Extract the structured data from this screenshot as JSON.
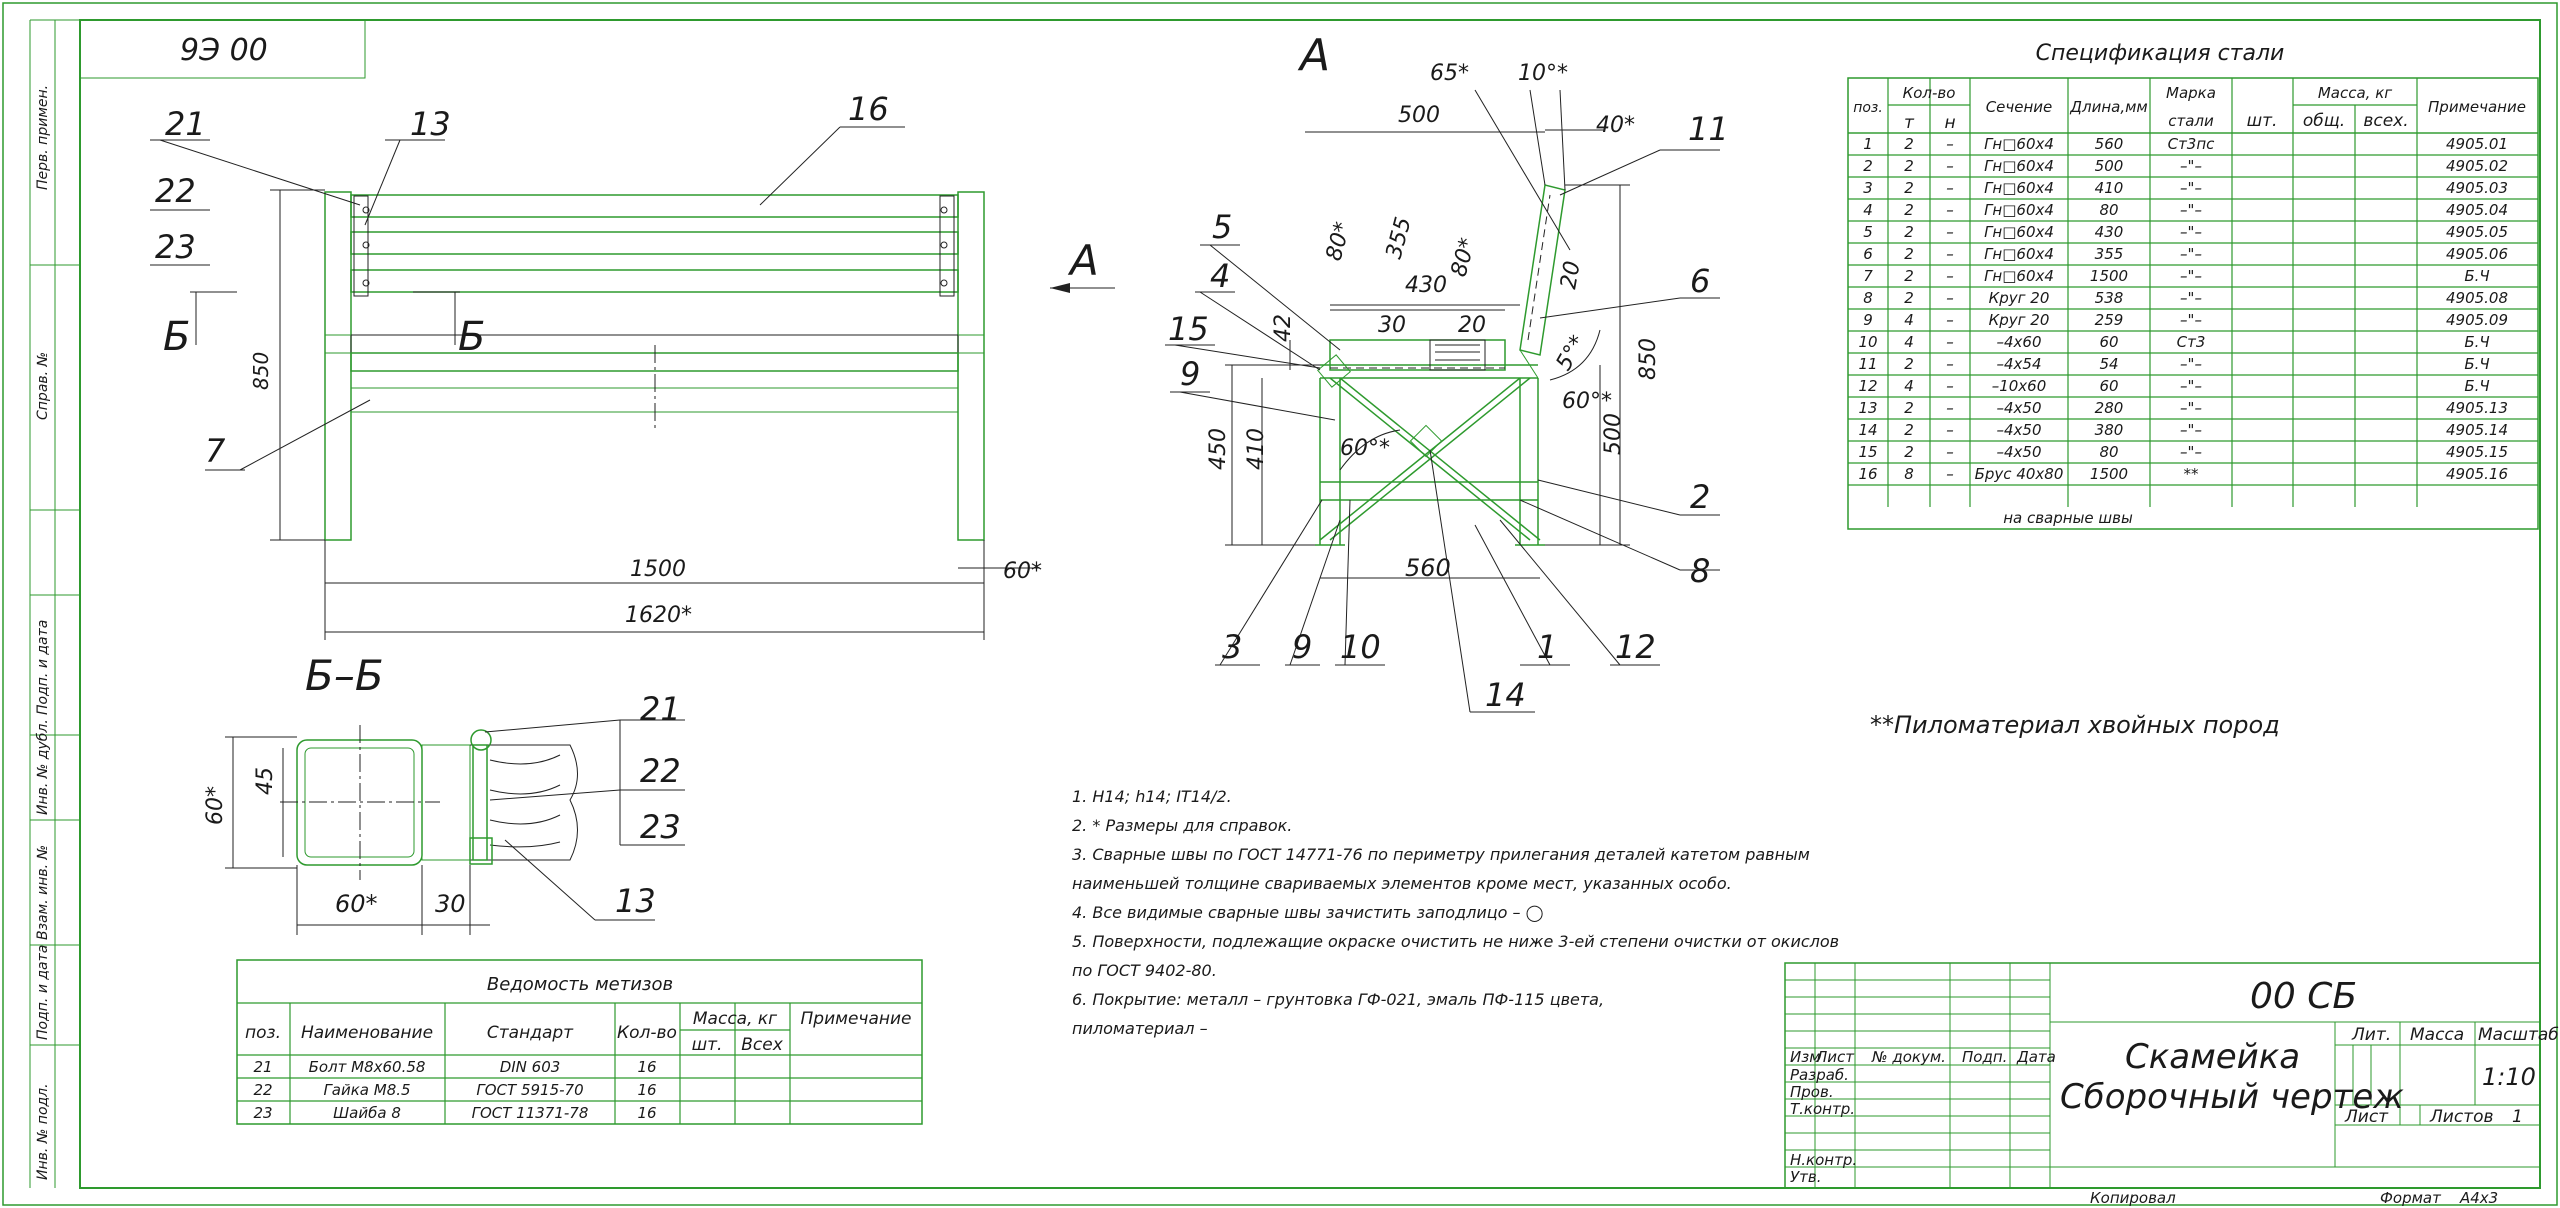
{
  "doc_code_top": "9Э 00",
  "sidebar": {
    "labels": [
      "Перв. примен.",
      "Справ. №",
      "Подп. и дата",
      "Инв. № дубл.",
      "Взам. инв. №",
      "Подп. и дата",
      "Инв. № подл."
    ]
  },
  "front_view": {
    "callouts": [
      "21",
      "22",
      "23",
      "13",
      "16",
      "7"
    ],
    "section_mark": "Б",
    "view_arrow": "А",
    "dims": {
      "height": "850",
      "width_inner": "1500",
      "width_total": "1620*",
      "leg": "60*"
    }
  },
  "section_bb": {
    "title": "Б–Б",
    "callouts": [
      "21",
      "22",
      "23",
      "13"
    ],
    "dims": {
      "h1": "60*",
      "h2": "45",
      "w1": "60*",
      "w2": "30"
    }
  },
  "side_view": {
    "title": "А",
    "callouts": [
      "11",
      "5",
      "4",
      "6",
      "15",
      "9",
      "2",
      "8",
      "3",
      "9",
      "10",
      "1",
      "12",
      "14"
    ],
    "dims": [
      "65*",
      "10°*",
      "40*",
      "500",
      "355",
      "80*",
      "430",
      "80*",
      "20",
      "30",
      "20",
      "42",
      "5°*",
      "60°*",
      "850",
      "60°*",
      "450",
      "410",
      "500",
      "560"
    ]
  },
  "spec": {
    "title": "Спецификация стали",
    "headers": {
      "pos": "поз.",
      "qty": "Кол-во",
      "qty_t": "т",
      "qty_n": "н",
      "section": "Сечение",
      "length": "Длина,мм",
      "grade1": "Марка",
      "grade2": "стали",
      "mass": "Масса, кг",
      "mass_sht": "шт.",
      "mass_obsh": "общ.",
      "mass_vseh": "всех.",
      "note": "Примечание"
    },
    "rows": [
      [
        "1",
        "2",
        "–",
        "Гн□60х4",
        "560",
        "Ст3пс",
        "4905.01"
      ],
      [
        "2",
        "2",
        "–",
        "Гн□60х4",
        "500",
        "–\"–",
        "4905.02"
      ],
      [
        "3",
        "2",
        "–",
        "Гн□60х4",
        "410",
        "–\"–",
        "4905.03"
      ],
      [
        "4",
        "2",
        "–",
        "Гн□60х4",
        "80",
        "–\"–",
        "4905.04"
      ],
      [
        "5",
        "2",
        "–",
        "Гн□60х4",
        "430",
        "–\"–",
        "4905.05"
      ],
      [
        "6",
        "2",
        "–",
        "Гн□60х4",
        "355",
        "–\"–",
        "4905.06"
      ],
      [
        "7",
        "2",
        "–",
        "Гн□60х4",
        "1500",
        "–\"–",
        "Б.Ч"
      ],
      [
        "8",
        "2",
        "–",
        "Круг 20",
        "538",
        "–\"–",
        "4905.08"
      ],
      [
        "9",
        "4",
        "–",
        "Круг 20",
        "259",
        "–\"–",
        "4905.09"
      ],
      [
        "10",
        "4",
        "–",
        "–4х60",
        "60",
        "Ст3",
        "Б.Ч"
      ],
      [
        "11",
        "2",
        "–",
        "–4х54",
        "54",
        "–\"–",
        "Б.Ч"
      ],
      [
        "12",
        "4",
        "–",
        "–10х60",
        "60",
        "–\"–",
        "Б.Ч"
      ],
      [
        "13",
        "2",
        "–",
        "–4х50",
        "280",
        "–\"–",
        "4905.13"
      ],
      [
        "14",
        "2",
        "–",
        "–4х50",
        "380",
        "–\"–",
        "4905.14"
      ],
      [
        "15",
        "2",
        "–",
        "–4х50",
        "80",
        "–\"–",
        "4905.15"
      ],
      [
        "16",
        "8",
        "–",
        "Брус 40х80",
        "1500",
        "**",
        "4905.16"
      ]
    ],
    "footer": "на сварные швы"
  },
  "lumber_note": "**Пиломатериал хвойных пород",
  "notes": [
    "1.  Н14; h14; IT14/2.",
    "2.  * Размеры для справок.",
    "3.  Сварные швы по ГОСТ 14771-76 по периметру прилегания деталей катетом равным",
    "     наименьшей толщине свариваемых элементов кроме мест, указанных особо.",
    "4.  Все видимые сварные швы зачистить заподлицо – ◯",
    "5.  Поверхности, подлежащие окраске очистить не ниже 3-ей степени очистки от окислов",
    "  по ГОСТ 9402-80.",
    "6.  Покрытие: металл – грунтовка ГФ-021, эмаль ПФ-115                 цвета,",
    "     пиломатериал –"
  ],
  "hardware": {
    "title": "Ведомость метизов",
    "headers": {
      "pos": "поз.",
      "name": "Наименование",
      "std": "Стандарт",
      "qty": "Кол-во",
      "mass": "Масса, кг",
      "mass_sht": "шт.",
      "mass_vseh": "Всех",
      "note": "Примечание"
    },
    "rows": [
      [
        "21",
        "Болт М8х60.58",
        "DIN 603",
        "16"
      ],
      [
        "22",
        "Гайка М8.5",
        "ГОСТ 5915-70",
        "16"
      ],
      [
        "23",
        "Шайба 8",
        "ГОСТ 11371-78",
        "16"
      ]
    ]
  },
  "title_block": {
    "code": "00 СБ",
    "name1": "Скамейка",
    "name2": "Сборочный чертеж",
    "lit": "Лит.",
    "mass": "Масса",
    "scale": "Масштаб",
    "scale_val": "1:10",
    "sheet": "Лист",
    "sheets": "Листов",
    "sheets_val": "1",
    "row_heads": [
      "Изм",
      "Лист",
      "№ докум.",
      "Подп.",
      "Дата"
    ],
    "roles": [
      "Разраб.",
      "Пров.",
      "Т.контр.",
      "",
      "Н.контр.",
      "Утв."
    ],
    "copied": "Копировал",
    "format": "Формат",
    "format_val": "А4х3"
  },
  "colors": {
    "frame": "#2e9a2e",
    "ink": "#1a1a1a",
    "paper": "#ffffff"
  }
}
